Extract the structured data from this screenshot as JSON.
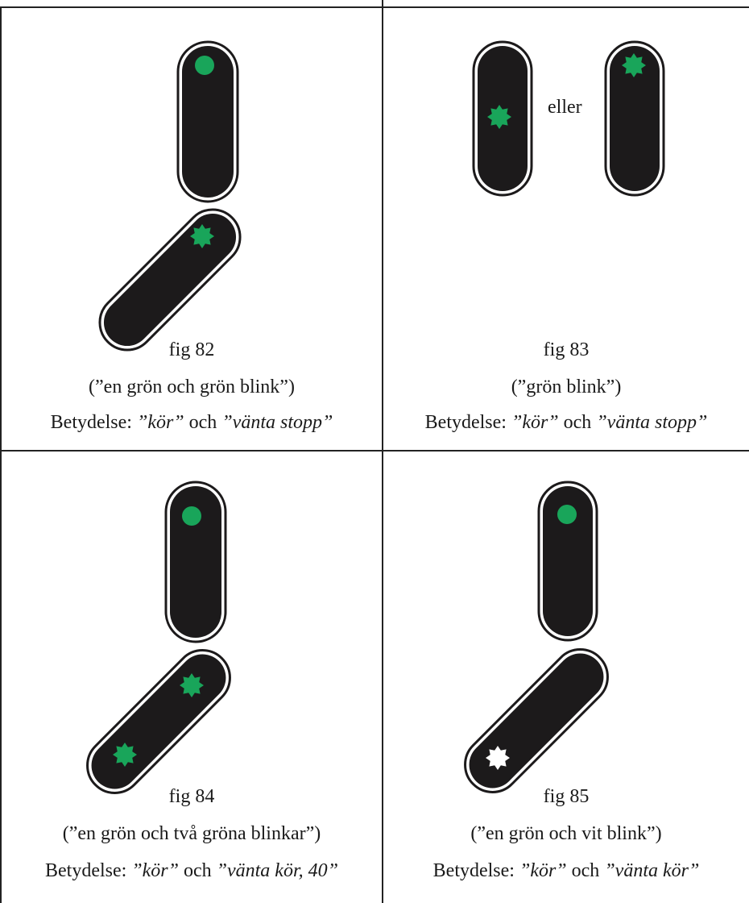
{
  "colors": {
    "green": "#19a55a",
    "white": "#ffffff",
    "housing": "#1c1a1b"
  },
  "panels": [
    {
      "fig": "fig 82",
      "description": "(”en grön och grön blink”)",
      "meaning_prefix": "Betydelse: ",
      "meaning_first": "”kör”",
      "meaning_join": " och ",
      "meaning_second": "”vänta stopp”"
    },
    {
      "fig": "fig 83",
      "description": "(”grön blink”)",
      "meaning_prefix": "Betydelse: ",
      "meaning_first": "”kör” ",
      "meaning_join": " och ",
      "meaning_second": "”vänta stopp”",
      "alt_label": "eller"
    },
    {
      "fig": "fig 84",
      "description": "(”en grön och två gröna blinkar”)",
      "meaning_prefix": "Betydelse: ",
      "meaning_first": "”kör”",
      "meaning_join": " och ",
      "meaning_second": "”vänta kör, 40”"
    },
    {
      "fig": "fig 85",
      "description": "(”en grön och vit blink”)",
      "meaning_prefix": "Betydelse: ",
      "meaning_first": "”kör”",
      "meaning_join": " och ",
      "meaning_second": "”vänta kör”"
    }
  ]
}
